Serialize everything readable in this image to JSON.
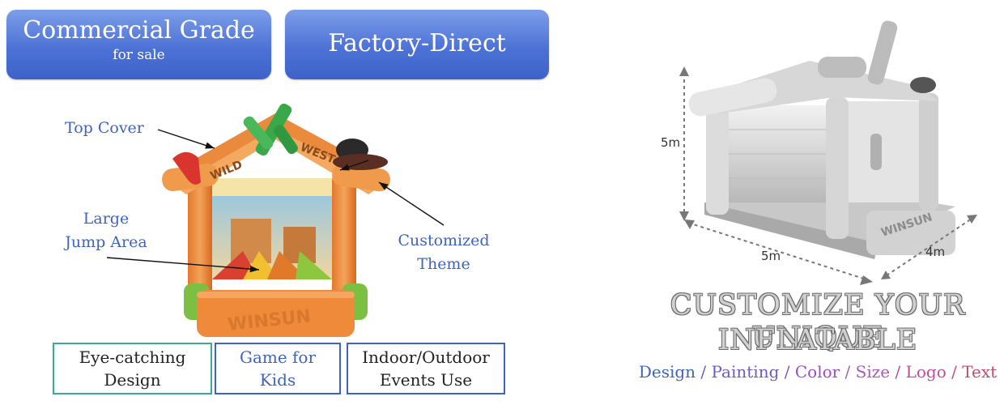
{
  "badges": {
    "commercial_title": "Commercial Grade",
    "commercial_sub": "for sale",
    "factory": "Factory-Direct"
  },
  "callouts": {
    "top_cover": "Top Cover",
    "jump_line1": "Large",
    "jump_line2": "Jump Area",
    "theme_line1": "Customized",
    "theme_line2": "Theme"
  },
  "product": {
    "sign_left": "WILD",
    "sign_right": "WEST",
    "logo": "WINSUN"
  },
  "features": [
    {
      "line1": "Eye-catching",
      "line2": "Design"
    },
    {
      "line1": "Game for",
      "line2": "Kids"
    },
    {
      "line1": "Indoor/Outdoor",
      "line2": "Events Use"
    }
  ],
  "dimensions": {
    "height": "5m",
    "length": "5m",
    "width": "4m",
    "logo": "WINSUN"
  },
  "headline": {
    "line1": "CUSTOMIZE YOUR UNIQUE",
    "line2": "INFLATABLE"
  },
  "options": {
    "design": "Design",
    "painting": "Painting",
    "color": "Color",
    "size": "Size",
    "logo": "Logo",
    "text": "Text",
    "separator": " / "
  },
  "colors": {
    "badge_blue": "#4d72d6",
    "callout_blue": "#3e64bf",
    "design": "#3e64bf",
    "painting": "#6a5cc8",
    "color": "#9c4cc4",
    "size": "#a85ab8",
    "logo": "#c04c9a",
    "text": "#c0506a"
  }
}
